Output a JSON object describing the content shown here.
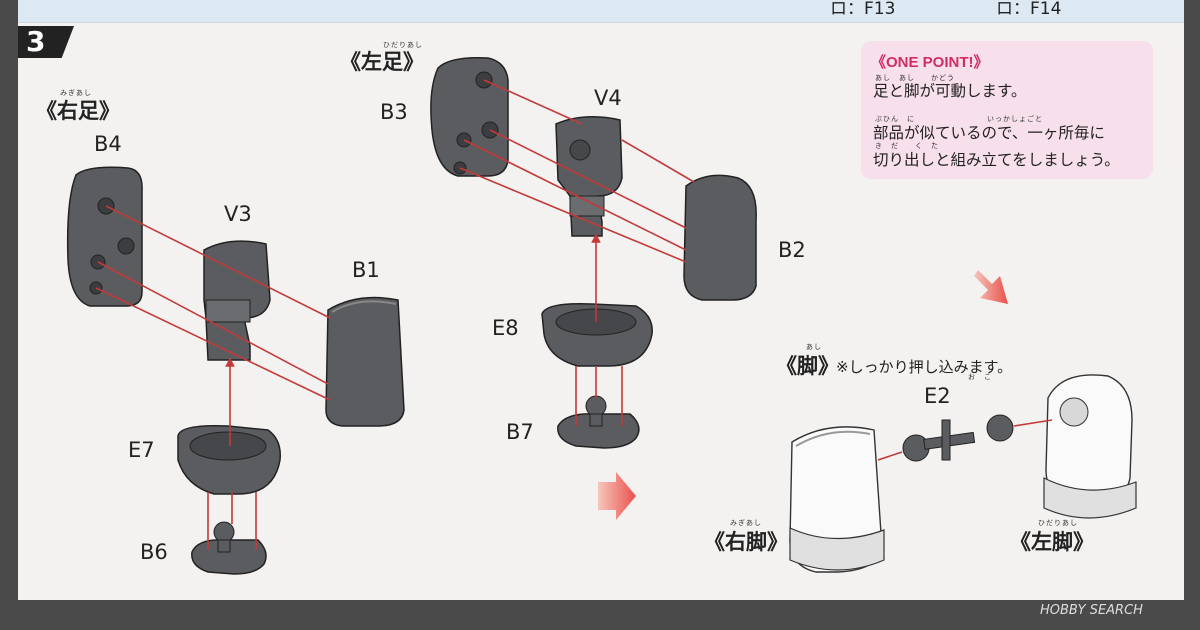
{
  "top_labels": [
    "ロ：F13",
    "ロ：F14"
  ],
  "step_number": "3",
  "headers": {
    "left_foot": "《左足》",
    "left_foot_ruby": "ひだりあし",
    "right_foot": "《右足》",
    "right_foot_ruby": "みぎあし",
    "legs": "《脚》",
    "legs_ruby": "あし",
    "right_leg": "《右脚》",
    "right_leg_ruby": "みぎあし",
    "left_leg": "《左脚》",
    "left_leg_ruby": "ひだりあし"
  },
  "parts": {
    "b4": "B4",
    "v3": "V3",
    "b1": "B1",
    "e7": "E7",
    "b6": "B6",
    "b3": "B3",
    "v4": "V4",
    "b2": "B2",
    "e8": "E8",
    "b7": "B7",
    "e2": "E2"
  },
  "one_point": {
    "title": "《ONE POINT!》",
    "line1": "足と脚が可動します。",
    "line1_ruby": "あし　あし　　かどう",
    "line2": "部品が似ているので、一ヶ所毎に",
    "line2_ruby": "ぶひん　に　　　　　　　　　いっかしょごと",
    "line3": "切り出しと組み立てをしましょう。",
    "line3_ruby": "き　だ　　く　た"
  },
  "note": "※しっかり押し込みます。",
  "note_ruby": "お　こ",
  "watermark": "HOBBY SEARCH",
  "colors": {
    "part_gray": "#5b5c60",
    "arrow_red": "#e8504a",
    "guide_red": "#c23a3a",
    "pink_box": "#f7dfeb",
    "accent_pink": "#d22d63"
  }
}
